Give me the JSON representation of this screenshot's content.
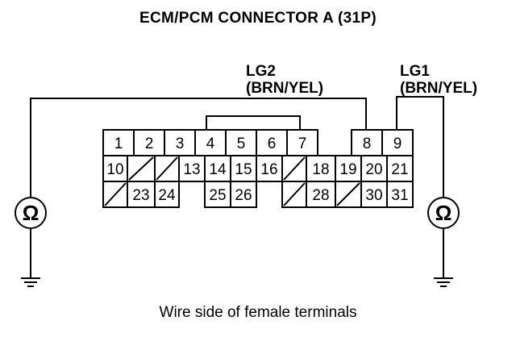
{
  "title": "ECM/PCM CONNECTOR A (31P)",
  "caption": "Wire side of female terminals",
  "wires": {
    "lg2": {
      "name": "LG2",
      "color": "(BRN/YEL)"
    },
    "lg1": {
      "name": "LG1",
      "color": "(BRN/YEL)"
    }
  },
  "meter_symbol": "Ω",
  "terminals": {
    "row1": [
      "1",
      "2",
      "3",
      "4",
      "5",
      "6",
      "7",
      "",
      "8",
      "9"
    ],
    "row2": [
      "10",
      "",
      "",
      "13",
      "14",
      "15",
      "16",
      "",
      "18",
      "19",
      "20",
      "21"
    ],
    "row3": [
      "",
      "23",
      "24",
      "25",
      "26",
      "",
      "28",
      "",
      "30",
      "31"
    ]
  },
  "icons": [
    "ohmmeter-icon",
    "ground-icon"
  ]
}
